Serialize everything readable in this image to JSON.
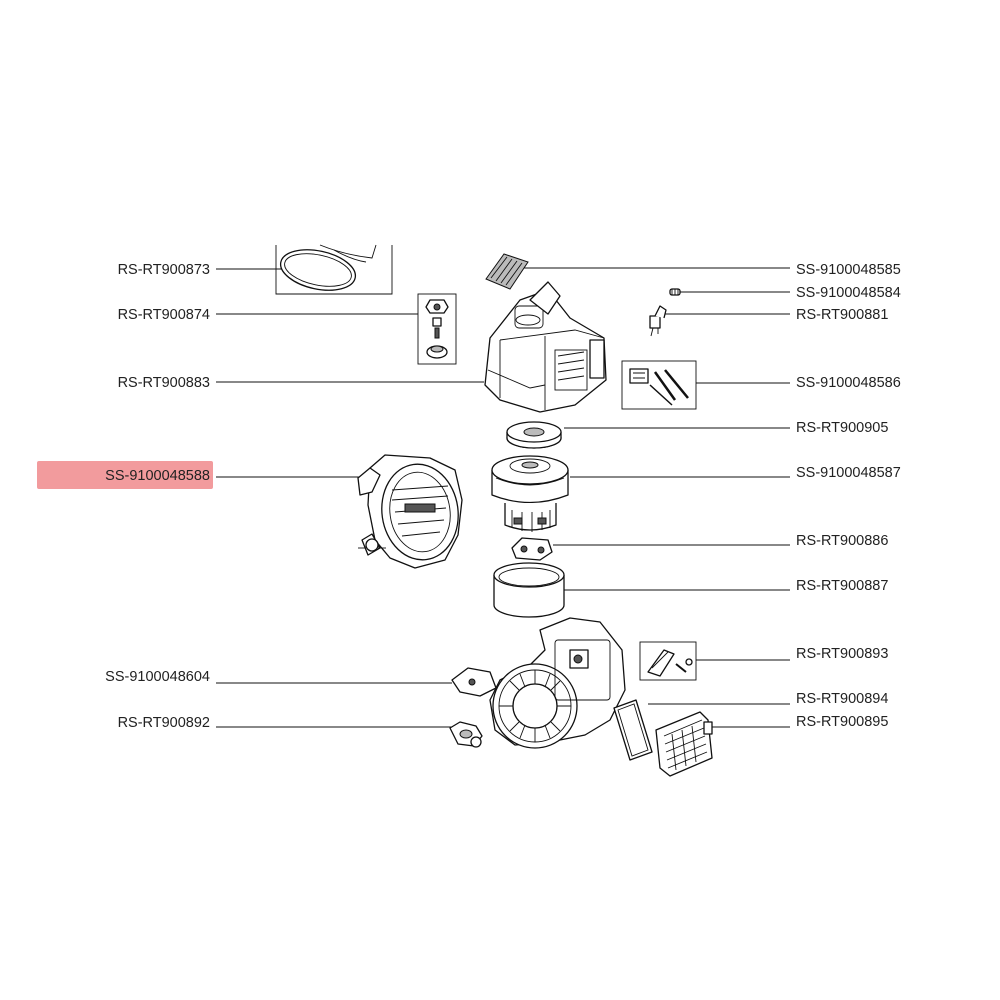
{
  "diagram": {
    "selected_part": "SS-9100048588",
    "left_labels": [
      {
        "id": "RS-RT900873"
      },
      {
        "id": "RS-RT900874"
      },
      {
        "id": "RS-RT900883"
      },
      {
        "id": "SS-9100048588"
      },
      {
        "id": "SS-9100048604"
      },
      {
        "id": "RS-RT900892"
      }
    ],
    "right_labels": [
      {
        "id": "SS-9100048585"
      },
      {
        "id": "SS-9100048584"
      },
      {
        "id": "RS-RT900881"
      },
      {
        "id": "SS-9100048586"
      },
      {
        "id": "RS-RT900905"
      },
      {
        "id": "SS-9100048587"
      },
      {
        "id": "RS-RT900886"
      },
      {
        "id": "RS-RT900887"
      },
      {
        "id": "RS-RT900893"
      },
      {
        "id": "RS-RT900894"
      },
      {
        "id": "RS-RT900895"
      }
    ],
    "highlight_color": "#f08a8c"
  }
}
